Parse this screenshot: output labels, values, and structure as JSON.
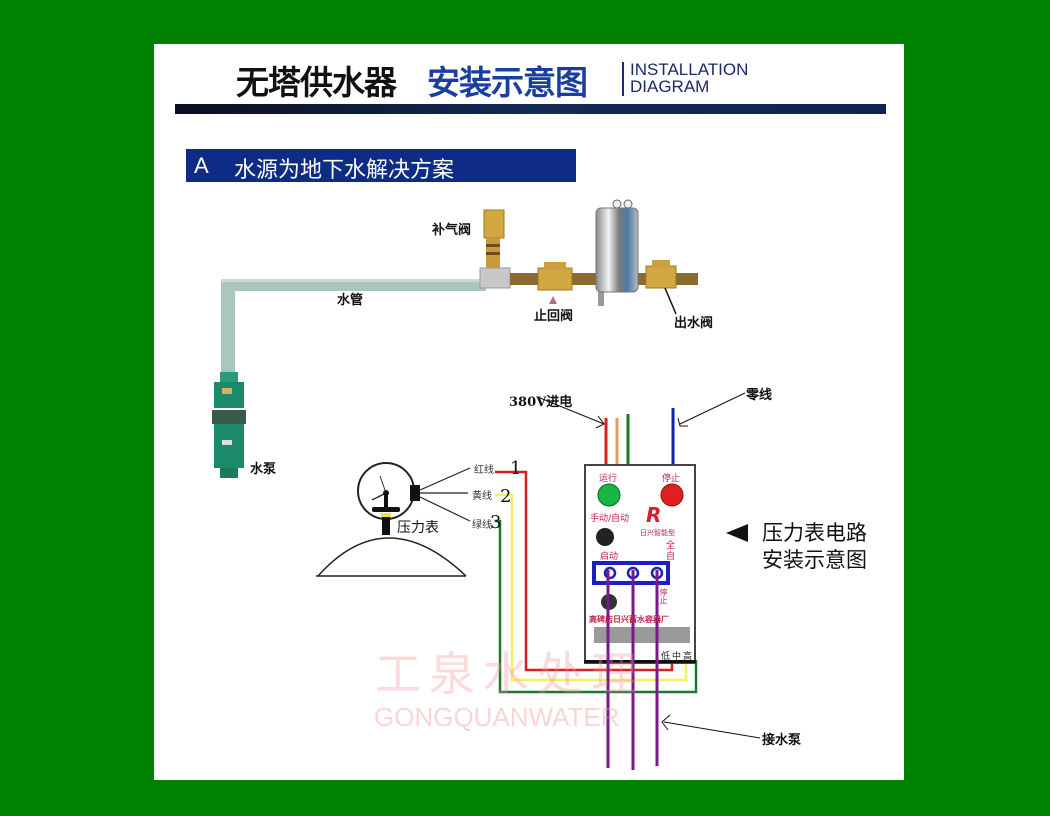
{
  "header": {
    "title_black": "无塔供水器",
    "title_blue": "安装示意图",
    "title_en_line1": "INSTALLATION",
    "title_en_line2": "DIAGRAM"
  },
  "section": {
    "letter": "A",
    "title": "水源为地下水解决方案"
  },
  "plumbing": {
    "air_valve": "补气阀",
    "pipe": "水管",
    "check_valve": "止回阀",
    "outlet_valve": "出水阀",
    "pump": "水泵"
  },
  "wiring": {
    "power_in": "380V进电",
    "neutral": "零线",
    "red_wire": "红线",
    "yellow_wire": "黄线",
    "green_wire": "绿线",
    "num1": "1",
    "num2": "2",
    "num3": "3",
    "gauge": "压力表",
    "to_pump": "接水泵"
  },
  "controller": {
    "run": "运行",
    "stop": "停止",
    "manual_auto": "手动/自动",
    "start": "启动",
    "logo": "R",
    "brand": "日兴智能型",
    "full_auto_1": "全",
    "full_auto_2": "自",
    "stop2": "停止",
    "maker": "高碑店日兴蓄水容器厂",
    "low": "低",
    "mid": "中",
    "high": "高"
  },
  "side_note": {
    "line1": "压力表电路",
    "line2": "安装示意图"
  },
  "watermark": {
    "cn": "工泉水处理",
    "en": "GONGQUANWATER"
  },
  "colors": {
    "background": "#008000",
    "header_blue": "#1a3ea0",
    "section_bar": "#0e2b86",
    "wire_red": "#d42020",
    "wire_orange": "#e89a60",
    "wire_green": "#1a7a2a",
    "wire_blue": "#1020b0",
    "wire_yellow": "#f0f060",
    "wire_purple": "#7a1a8a"
  }
}
